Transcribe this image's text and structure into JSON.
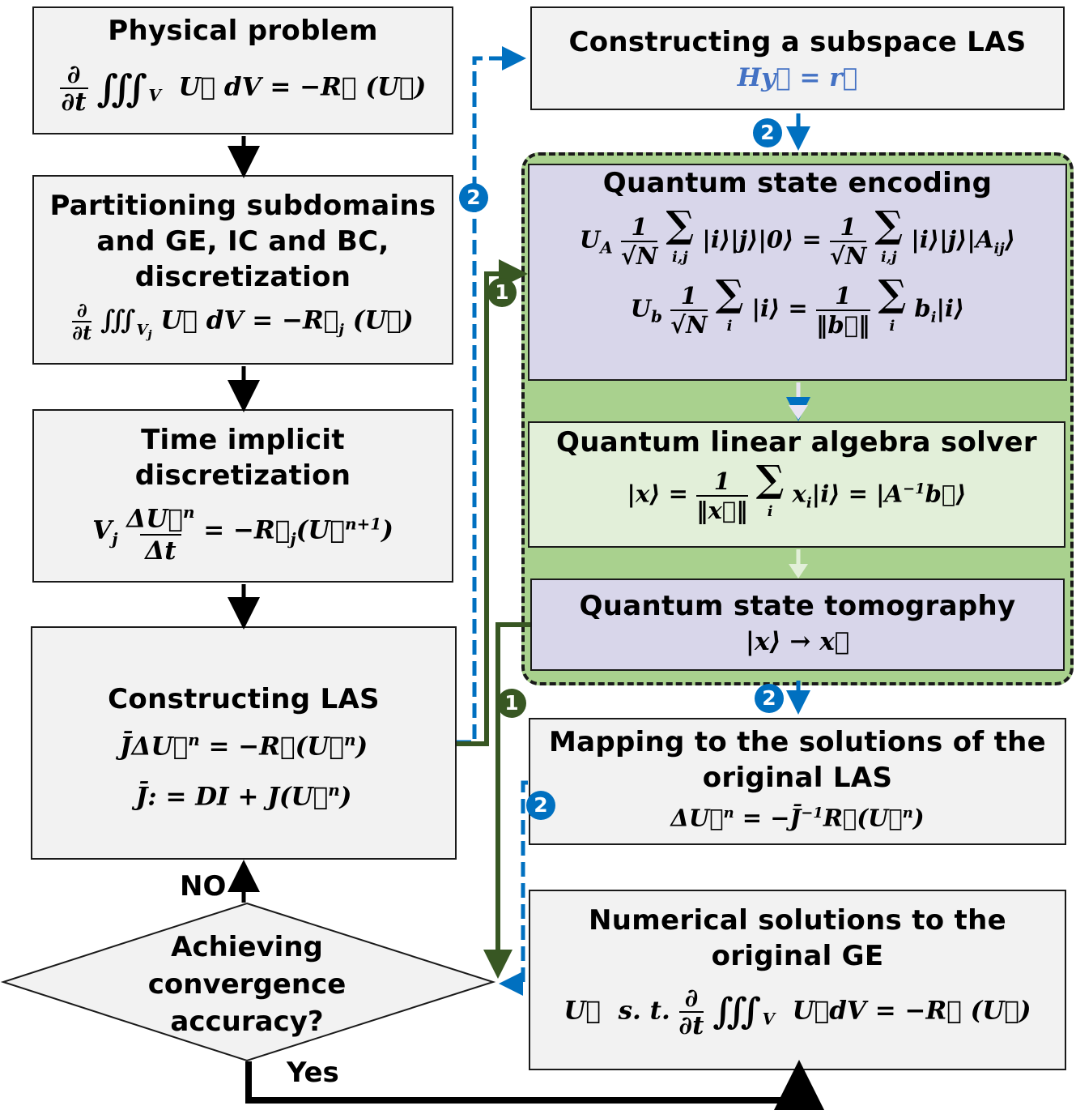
{
  "left": {
    "physical": {
      "title": "Physical problem",
      "eq": "∂/∂t ∭V U⃗ dV = −R⃗ (U⃗)"
    },
    "partition": {
      "title_lines": [
        "Partitioning subdomains",
        "and GE, IC and BC,",
        "discretization"
      ],
      "eq": "∂/∂t ∭Vj U⃗ dV = −R⃗j (U⃗)"
    },
    "implicit": {
      "title_lines": [
        "Time implicit",
        "discretization"
      ],
      "eq": "Vj ΔU⃗ⁿ/Δt = −R⃗j(U⃗ⁿ⁺¹)"
    },
    "las": {
      "title": "Constructing LAS",
      "eq1": "J̄ΔU⃗ⁿ = −R⃗(U⃗ⁿ)",
      "eq2": "J̄: = DI + J(U⃗ⁿ)"
    },
    "decision": {
      "lines": [
        "Achieving",
        "convergence",
        "accuracy?"
      ],
      "no": "NO",
      "yes": "Yes"
    }
  },
  "right": {
    "subspace": {
      "title": "Constructing a subspace LAS",
      "eq": "Hy⃗ = r⃗"
    },
    "encoding": {
      "title": "Quantum state encoding",
      "eq1": "UA 1/√N Σi,j |i⟩|j⟩|0⟩ = 1/√N Σi,j |i⟩|j⟩|Aij⟩",
      "eq2": "Ub 1/√N Σi |i⟩ = 1/‖b⃗‖ Σi bi|i⟩"
    },
    "solver": {
      "title": "Quantum linear algebra solver",
      "eq": "|x⟩ = 1/‖x⃗‖ Σi xi|i⟩ = |A⁻¹b⃗⟩"
    },
    "tomography": {
      "title": "Quantum state tomography",
      "eq": "|x⟩ → x⃗"
    },
    "mapping": {
      "title_lines": [
        "Mapping to the solutions of the",
        "original LAS"
      ],
      "eq": "ΔU⃗ⁿ = −J̄⁻¹R⃗(U⃗ⁿ)"
    },
    "numerical": {
      "title_lines": [
        "Numerical solutions to the",
        "original GE"
      ],
      "eq": "U⃗  s. t. ∂/∂t ∭V U⃗dV = −R⃗ (U⃗)"
    }
  },
  "badges": {
    "one": "1",
    "two": "2"
  },
  "colors": {
    "blue_path": "#0070c0",
    "green_path": "#385723",
    "region_green": "#a9d18e",
    "purple_box": "#d8d6ea",
    "light_green_box": "#e2efd9",
    "gray_box": "#f2f2f2"
  }
}
